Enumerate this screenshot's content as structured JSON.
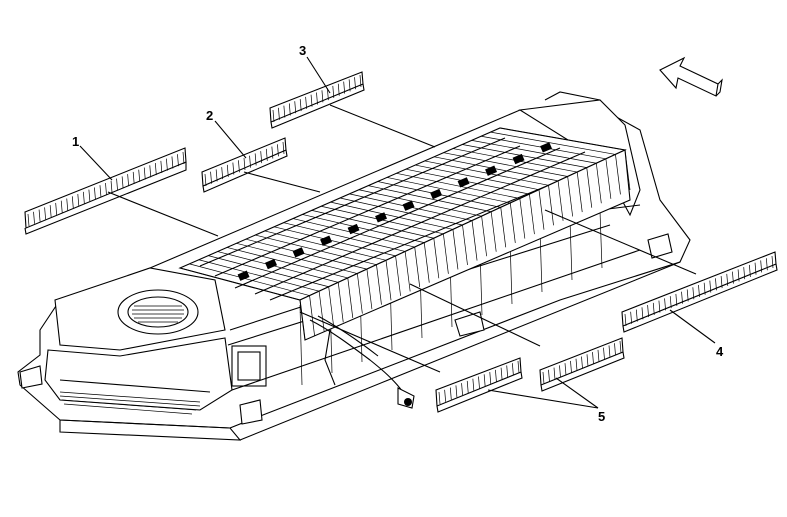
{
  "diagram": {
    "callouts": [
      {
        "id": "1",
        "label": "1"
      },
      {
        "id": "2",
        "label": "2"
      },
      {
        "id": "3",
        "label": "3"
      },
      {
        "id": "4",
        "label": "4"
      },
      {
        "id": "5",
        "label": "5"
      }
    ],
    "direction_indicator": "arrow-icon"
  }
}
